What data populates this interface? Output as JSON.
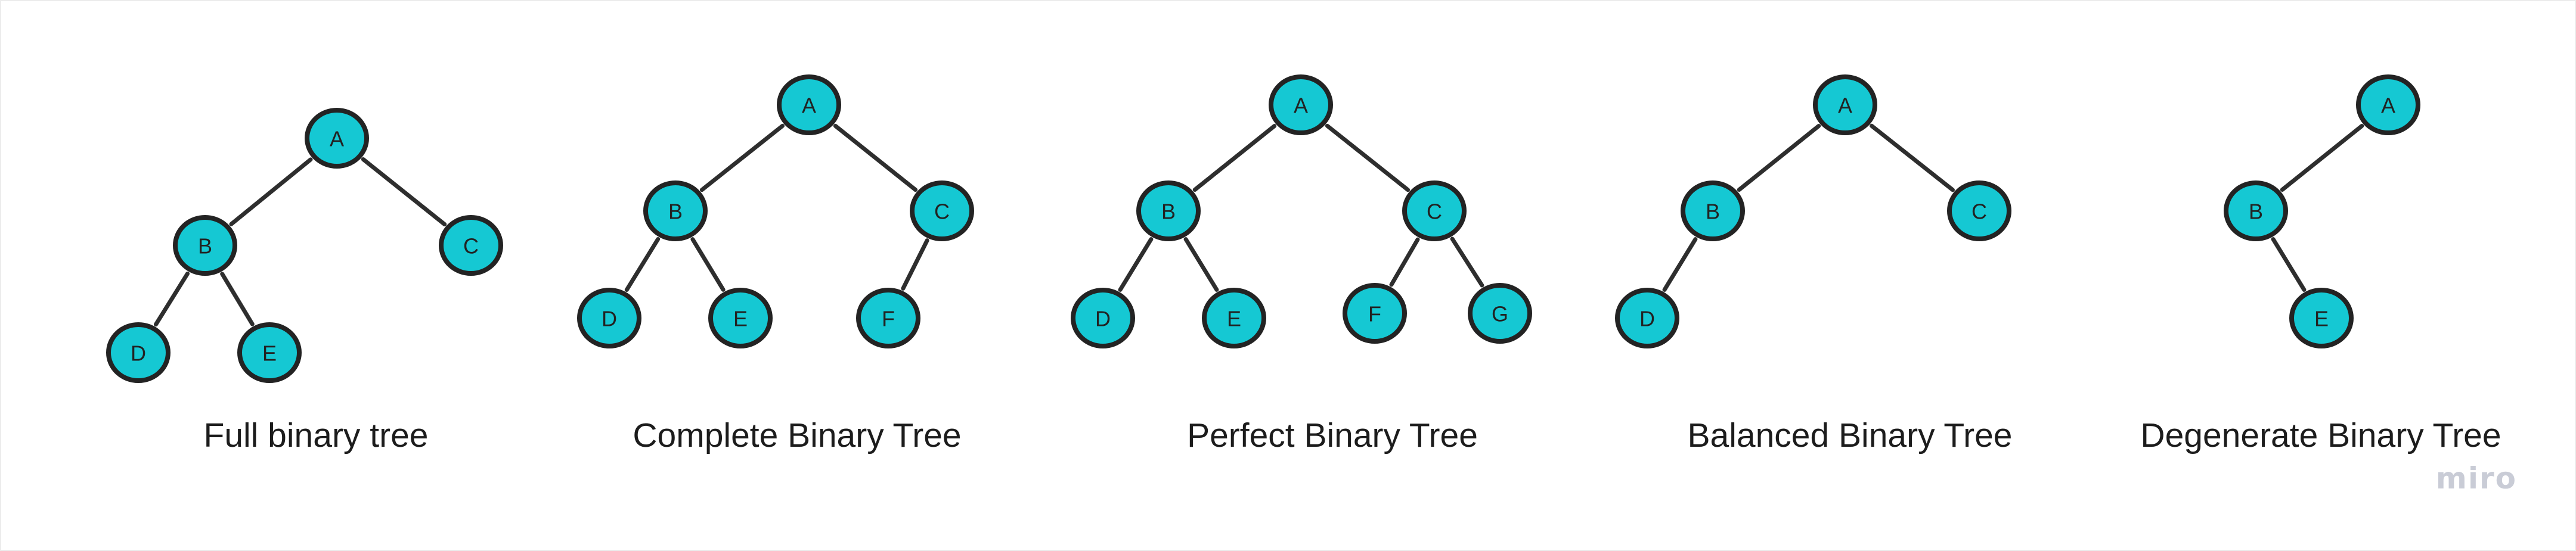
{
  "colors": {
    "node_fill": "#15c8d3",
    "node_stroke": "#232323",
    "edge": "#2e2e2e",
    "background": "#ffffff",
    "watermark": "#c9ccd6"
  },
  "diagram": {
    "trees": [
      {
        "title": "Full binary tree",
        "nodes": [
          "A",
          "B",
          "C",
          "D",
          "E"
        ],
        "edges": [
          [
            "A",
            "B"
          ],
          [
            "A",
            "C"
          ],
          [
            "B",
            "D"
          ],
          [
            "B",
            "E"
          ]
        ]
      },
      {
        "title": "Complete Binary Tree",
        "nodes": [
          "A",
          "B",
          "C",
          "D",
          "E",
          "F"
        ],
        "edges": [
          [
            "A",
            "B"
          ],
          [
            "A",
            "C"
          ],
          [
            "B",
            "D"
          ],
          [
            "B",
            "E"
          ],
          [
            "C",
            "F"
          ]
        ]
      },
      {
        "title": "Perfect Binary Tree",
        "nodes": [
          "A",
          "B",
          "C",
          "D",
          "E",
          "F",
          "G"
        ],
        "edges": [
          [
            "A",
            "B"
          ],
          [
            "A",
            "C"
          ],
          [
            "B",
            "D"
          ],
          [
            "B",
            "E"
          ],
          [
            "C",
            "F"
          ],
          [
            "C",
            "G"
          ]
        ]
      },
      {
        "title": "Balanced Binary Tree",
        "nodes": [
          "A",
          "B",
          "C",
          "D"
        ],
        "edges": [
          [
            "A",
            "B"
          ],
          [
            "A",
            "C"
          ],
          [
            "B",
            "D"
          ]
        ]
      },
      {
        "title": "Degenerate Binary Tree",
        "nodes": [
          "A",
          "B",
          "E"
        ],
        "edges": [
          [
            "A",
            "B"
          ],
          [
            "B",
            "E"
          ]
        ]
      }
    ]
  },
  "watermark": {
    "text": "miro"
  }
}
